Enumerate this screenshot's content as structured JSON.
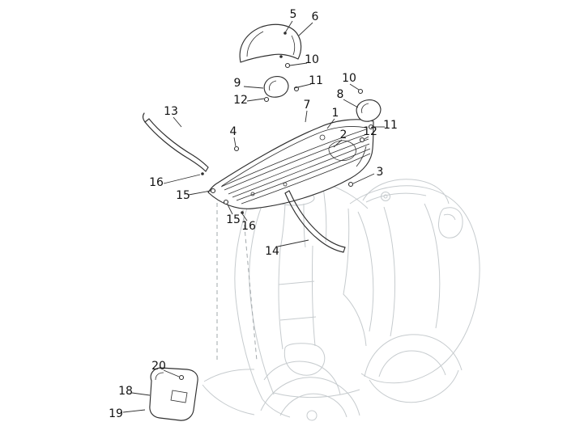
{
  "diagram": {
    "colors": {
      "background": "#ffffff",
      "line": "#2f2f2f",
      "faint": "#c6cbce",
      "dashed": "#a2a8ab",
      "label": "#111111"
    },
    "callouts": [
      {
        "label": "5"
      },
      {
        "label": "6"
      },
      {
        "label": "10"
      },
      {
        "label": "9"
      },
      {
        "label": "11"
      },
      {
        "label": "12"
      },
      {
        "label": "10"
      },
      {
        "label": "8"
      },
      {
        "label": "7"
      },
      {
        "label": "1"
      },
      {
        "label": "2"
      },
      {
        "label": "11"
      },
      {
        "label": "12"
      },
      {
        "label": "13"
      },
      {
        "label": "4"
      },
      {
        "label": "3"
      },
      {
        "label": "16"
      },
      {
        "label": "15"
      },
      {
        "label": "15"
      },
      {
        "label": "16"
      },
      {
        "label": "14"
      },
      {
        "label": "20"
      },
      {
        "label": "18"
      },
      {
        "label": "19"
      }
    ]
  }
}
